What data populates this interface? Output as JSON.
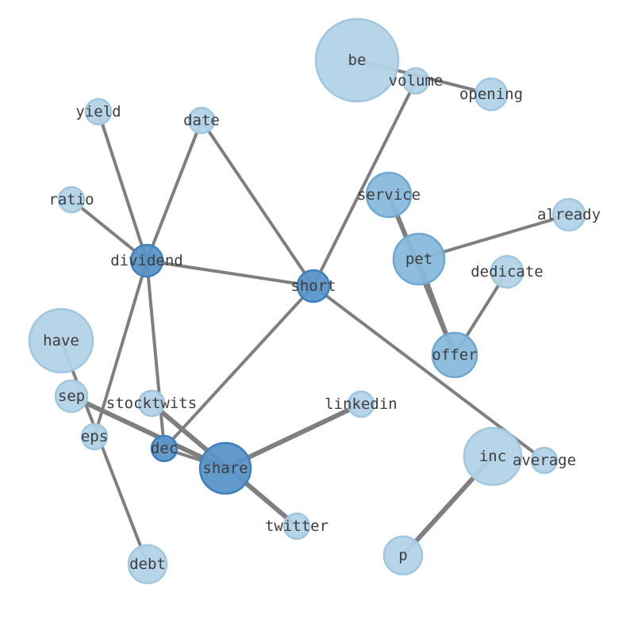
{
  "graph": {
    "colors": {
      "edge": "#7f7f7f",
      "label": "#3d3d3d",
      "node_light_fill": "#b3d3e8",
      "node_light_stroke": "#a0c6e0",
      "node_mid_fill": "#89b9dc",
      "node_mid_stroke": "#6da7d2",
      "node_dark_fill": "#5b95c9",
      "node_dark_stroke": "#3f7fbd"
    },
    "nodes": [
      {
        "id": "be",
        "label": "be",
        "degree": 1,
        "size": 5.5
      },
      {
        "id": "volume",
        "label": "volume",
        "degree": 2,
        "size": 1
      },
      {
        "id": "opening",
        "label": "opening",
        "degree": 1,
        "size": 1.5
      },
      {
        "id": "yield",
        "label": "yield",
        "degree": 1,
        "size": 1
      },
      {
        "id": "date",
        "label": "date",
        "degree": 2,
        "size": 1
      },
      {
        "id": "ratio",
        "label": "ratio",
        "degree": 1,
        "size": 1
      },
      {
        "id": "service",
        "label": "service",
        "degree": 2,
        "size": 2.5
      },
      {
        "id": "already",
        "label": "already",
        "degree": 1,
        "size": 1.5
      },
      {
        "id": "pet",
        "label": "pet",
        "degree": 2,
        "size": 3
      },
      {
        "id": "dividend",
        "label": "dividend",
        "degree": 6,
        "size": 1.5
      },
      {
        "id": "dedicate",
        "label": "dedicate",
        "degree": 1,
        "size": 1.5
      },
      {
        "id": "short",
        "label": "short",
        "degree": 5,
        "size": 1.5
      },
      {
        "id": "have",
        "label": "have",
        "degree": 1,
        "size": 4
      },
      {
        "id": "offer",
        "label": "offer",
        "degree": 3,
        "size": 2.5
      },
      {
        "id": "sep",
        "label": "sep",
        "degree": 1,
        "size": 1.5
      },
      {
        "id": "stocktwits",
        "label": "stocktwits",
        "degree": 1,
        "size": 1
      },
      {
        "id": "linkedin",
        "label": "linkedin",
        "degree": 1,
        "size": 1
      },
      {
        "id": "eps",
        "label": "eps",
        "degree": 2,
        "size": 1
      },
      {
        "id": "dec",
        "label": "dec",
        "degree": 3,
        "size": 1
      },
      {
        "id": "inc",
        "label": "inc",
        "degree": 1,
        "size": 3.5
      },
      {
        "id": "average",
        "label": "average",
        "degree": 1,
        "size": 1
      },
      {
        "id": "share",
        "label": "share",
        "degree": 4,
        "size": 3
      },
      {
        "id": "twitter",
        "label": "twitter",
        "degree": 1,
        "size": 1
      },
      {
        "id": "debt",
        "label": "debt",
        "degree": 1,
        "size": 2
      },
      {
        "id": "p",
        "label": "p",
        "degree": 1,
        "size": 2
      }
    ],
    "edges": [
      {
        "source": "be",
        "target": "opening",
        "weight": 1
      },
      {
        "source": "volume",
        "target": "short",
        "weight": 1
      },
      {
        "source": "yield",
        "target": "dividend",
        "weight": 1
      },
      {
        "source": "date",
        "target": "dividend",
        "weight": 1
      },
      {
        "source": "date",
        "target": "short",
        "weight": 1
      },
      {
        "source": "ratio",
        "target": "dividend",
        "weight": 1
      },
      {
        "source": "dividend",
        "target": "short",
        "weight": 1
      },
      {
        "source": "dividend",
        "target": "eps",
        "weight": 1
      },
      {
        "source": "dividend",
        "target": "dec",
        "weight": 1
      },
      {
        "source": "short",
        "target": "dec",
        "weight": 1
      },
      {
        "source": "short",
        "target": "average",
        "weight": 1
      },
      {
        "source": "service",
        "target": "offer",
        "weight": 2
      },
      {
        "source": "pet",
        "target": "already",
        "weight": 1
      },
      {
        "source": "pet",
        "target": "offer",
        "weight": 1
      },
      {
        "source": "offer",
        "target": "dedicate",
        "weight": 1
      },
      {
        "source": "have",
        "target": "debt",
        "weight": 1
      },
      {
        "source": "sep",
        "target": "share",
        "weight": 2
      },
      {
        "source": "stocktwits",
        "target": "twitter",
        "weight": 2
      },
      {
        "source": "share",
        "target": "linkedin",
        "weight": 2
      },
      {
        "source": "share",
        "target": "dec",
        "weight": 1
      },
      {
        "source": "inc",
        "target": "p",
        "weight": 2
      }
    ]
  }
}
